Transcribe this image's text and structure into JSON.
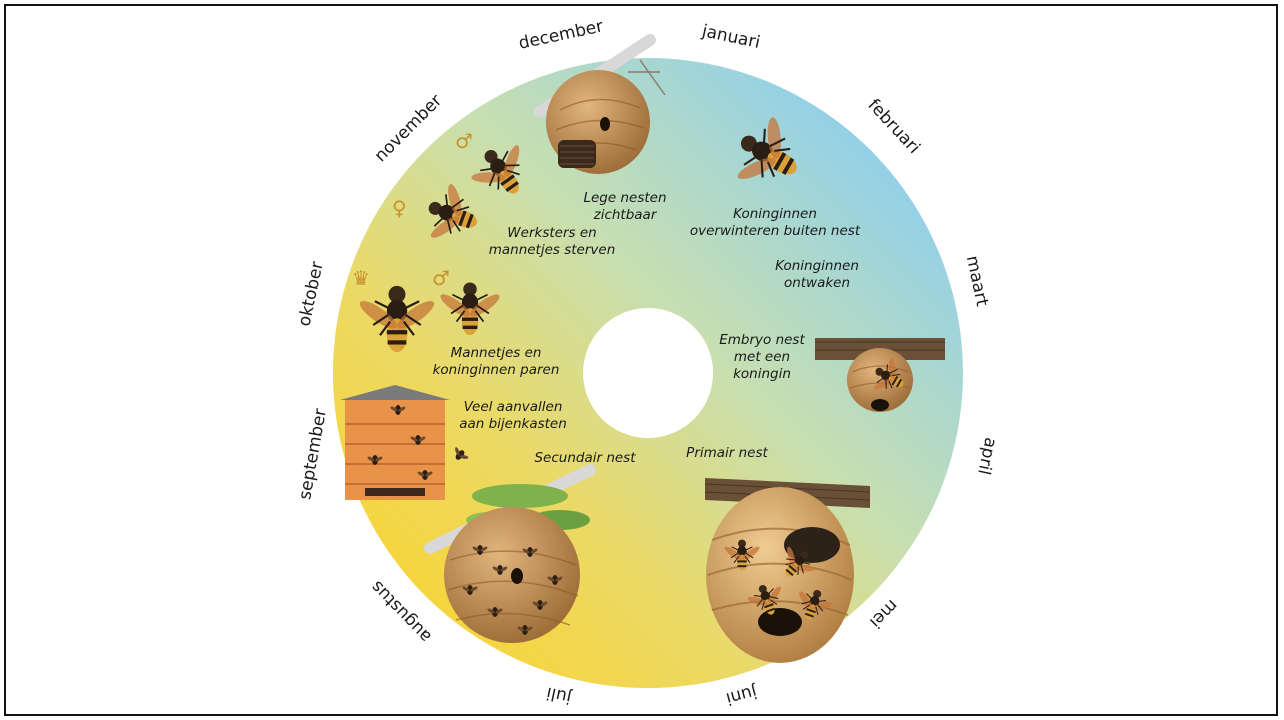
{
  "months": [
    {
      "id": "januari",
      "label": "januari"
    },
    {
      "id": "februari",
      "label": "februari"
    },
    {
      "id": "maart",
      "label": "maart"
    },
    {
      "id": "april",
      "label": "april"
    },
    {
      "id": "mei",
      "label": "mei"
    },
    {
      "id": "juni",
      "label": "juni"
    },
    {
      "id": "juli",
      "label": "juli"
    },
    {
      "id": "augustus",
      "label": "augustus"
    },
    {
      "id": "september",
      "label": "september"
    },
    {
      "id": "oktober",
      "label": "oktober"
    },
    {
      "id": "november",
      "label": "november"
    },
    {
      "id": "december",
      "label": "december"
    }
  ],
  "captions": {
    "empty_nests": [
      "Lege nesten",
      "zichtbaar"
    ],
    "queens_overwinter": [
      "Koninginnen",
      "overwinteren buiten nest"
    ],
    "queens_wake": [
      "Koninginnen",
      "ontwaken"
    ],
    "embryo_nest": [
      "Embryo nest",
      "met een",
      "koningin"
    ],
    "primary_nest": [
      "Primair nest"
    ],
    "secondary_nest": [
      "Secundair nest"
    ],
    "hive_attacks": [
      "Veel aanvallen",
      "aan bijenkasten"
    ],
    "mating": [
      "Mannetjes en",
      "koninginnen paren"
    ],
    "workers_die": [
      "Werksters en",
      "mannetjes sterven"
    ]
  },
  "symbols": {
    "male": "♂",
    "female": "♀",
    "crown": "♛"
  },
  "colors": {
    "ring_blue": "#8fd0f2",
    "ring_yellow": "#f5d84a",
    "ring_green": "#c9dca0",
    "nest_brown": "#c08a4f",
    "branch": "#e8e8e8",
    "wood": "#6b5038",
    "hive_orange": "#e8924a"
  }
}
